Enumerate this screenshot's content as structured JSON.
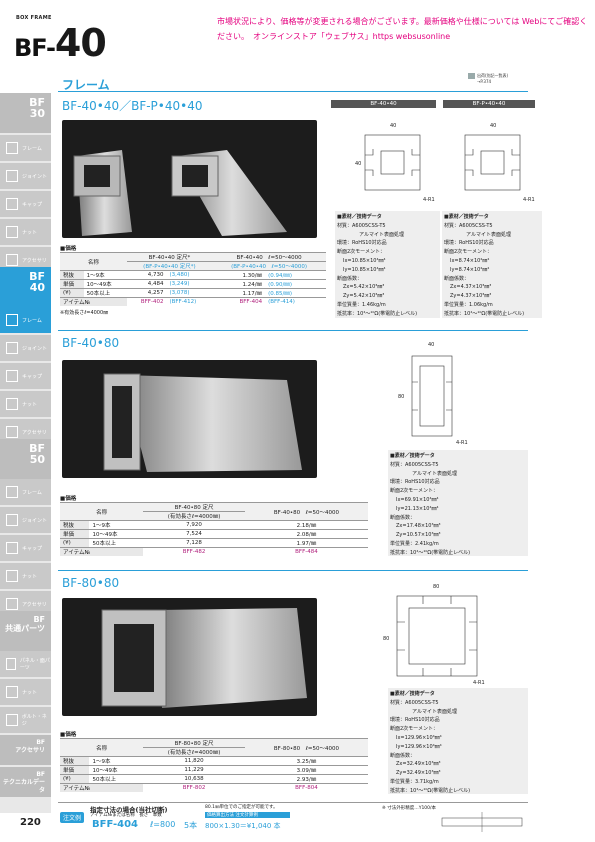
{
  "header": {
    "series_small": "BOX FRAME",
    "prefix": "BF-",
    "number": "40",
    "notice": "市場状況により、価格等が変更される場合がございます。最新価格や仕様については Webにてご確認ください。　オンラインストア「ウェブサス」https  websusonline"
  },
  "section_title": "フレーム",
  "reference": {
    "line1": "出荷(別記一覧表)",
    "line2": "→P.374"
  },
  "sidebar": {
    "head1": "BF\n30",
    "head2": "BF\n40",
    "head3": "BF\n50",
    "head4": "BF\n共通パーツ",
    "head5": "BF\nアクセサリ",
    "head6": "BF\nテクニカルデータ",
    "items1": [
      "フレーム",
      "ジョイント",
      "キャップ",
      "ナット",
      "アクセサリ"
    ],
    "items2": [
      "フレーム",
      "ジョイント",
      "キャップ",
      "ナット",
      "アクセサリ"
    ],
    "items3": [
      "フレーム",
      "ジョイント",
      "キャップ",
      "ナット",
      "アクセサリ"
    ],
    "items4": [
      "パネル・面パーツ",
      "ナット",
      "ボルト・ネジ"
    ]
  },
  "blocks": [
    {
      "title": "BF-40•40／BF-P•40•40",
      "diag_caps": [
        "BF-40•40",
        "BF-P•40•40"
      ],
      "price_label": "■価格",
      "table": {
        "h1": "名称",
        "h2": "BF-40•40 定尺*",
        "h2b": "(BF-P•40•40 定尺*)",
        "h3": "BF-40•40　ℓ=50〜4000",
        "h3b": "(BF-P•40•40　ℓ=50〜4000)",
        "rows": [
          [
            "税抜",
            "1〜9本",
            "4,730",
            "(3,480)",
            "1.30/㎜",
            "(0.94/㎜)"
          ],
          [
            "単価",
            "10〜49本",
            "4,484",
            "(3,249)",
            "1.24/㎜",
            "(0.90/㎜)"
          ],
          [
            "(¥)",
            "50本以上",
            "4,257",
            "(3,078)",
            "1.17/㎜",
            "(0.85/㎜)"
          ]
        ],
        "item_label": "アイテム№",
        "item1": "BFF-402",
        "item1b": "(BFF-412)",
        "item2": "BFF-404",
        "item2b": "(BFF-414)"
      },
      "note": "※有効長さℓ=4000㎜",
      "spec_a": [
        "■素材／技術データ",
        "材質：A6005CSS-T5",
        "アルマイト表面処理",
        "環境：RoHS10対応品",
        "断面2次モーメント：",
        "Ix=10.85×10⁴㎜⁴",
        "Iy=10.85×10⁴㎜⁴",
        "断面係数：",
        "Zx=5.42×10³㎜³",
        "Zy=5.42×10³㎜³",
        "単位質量：1.46kg/m",
        "抵抗率：10⁴〜¹⁰Ω(帯電防止レベル)"
      ],
      "spec_b": [
        "■素材／技術データ",
        "材質：A6005CSS-T5",
        "アルマイト表面処理",
        "環境：RoHS10対応品",
        "断面2次モーメント：",
        "Ix=8.74×10⁴㎜⁴",
        "Iy=8.74×10⁴㎜⁴",
        "断面係数：",
        "Zx=4.37×10³㎜³",
        "Zy=4.37×10³㎜³",
        "単位質量：1.06kg/m",
        "抵抗率：10⁴〜¹⁰Ω(帯電防止レベル)"
      ]
    },
    {
      "title": "BF-40•80",
      "price_label": "■価格",
      "table": {
        "h1": "名称",
        "h2": "BF-40•80 定尺",
        "h2b": "(有効長さℓ=4000㎜)",
        "h3": "BF-40•80　ℓ=50〜4000",
        "rows": [
          [
            "税抜",
            "1〜9本",
            "7,920",
            "2.18/㎜"
          ],
          [
            "単価",
            "10〜49本",
            "7,524",
            "2.08/㎜"
          ],
          [
            "(¥)",
            "50本以上",
            "7,128",
            "1.97/㎜"
          ]
        ],
        "item_label": "アイテム№",
        "item1": "BFF-482",
        "item2": "BFF-484"
      },
      "spec": [
        "■素材／技術データ",
        "材質：A6005CSS-T5",
        "アルマイト表面処理",
        "環境：RoHS10対応品",
        "断面2次モーメント：",
        "Ix=69.91×10⁴㎜⁴",
        "Iy=21.13×10⁴㎜⁴",
        "断面係数：",
        "Zx=17.48×10³㎜³",
        "Zy=10.57×10³㎜³",
        "単位質量：2.41kg/m",
        "抵抗率：10⁴〜¹⁰Ω(帯電防止レベル)"
      ]
    },
    {
      "title": "BF-80•80",
      "price_label": "■価格",
      "table": {
        "h1": "名称",
        "h2": "BF-80•80 定尺",
        "h2b": "(有効長さℓ=4000㎜)",
        "h3": "BF-80•80　ℓ=50〜4000",
        "rows": [
          [
            "税抜",
            "1〜9本",
            "11,820",
            "3.25/㎜"
          ],
          [
            "単価",
            "10〜49本",
            "11,229",
            "3.09/㎜"
          ],
          [
            "(¥)",
            "50本以上",
            "10,638",
            "2.93/㎜"
          ]
        ],
        "item_label": "アイテム№",
        "item1": "BFF-802",
        "item2": "BFF-804"
      },
      "spec": [
        "■素材／技術データ",
        "材質：A6005CSS-T5",
        "アルマイト表面処理",
        "環境：RoHS10対応品",
        "断面2次モーメント：",
        "Ix=129.96×10⁴㎜⁴",
        "Iy=129.96×10⁴㎜⁴",
        "断面係数：",
        "Zx=32.49×10³㎜³",
        "Zy=32.49×10³㎜³",
        "単位質量：3.71kg/m",
        "抵抗率：10⁴〜¹⁰Ω(帯電防止レベル)"
      ]
    }
  ],
  "footer": {
    "page": "220",
    "order_label": "注文例",
    "order_title": "指定寸法の場合(当社切断)",
    "order_sub": "アイテム№または名称　長さ　本数",
    "order_code": "BFF-404",
    "order_len": "ℓ=800",
    "order_qty": "5本",
    "note1": "80.1㎜単位でのご指定が可能です。",
    "bar": "価格算出方法 注文計算例",
    "calc": "800×1.30＝¥1,040  本",
    "cut_note": "※ 寸法外形精度…Y100/本"
  }
}
